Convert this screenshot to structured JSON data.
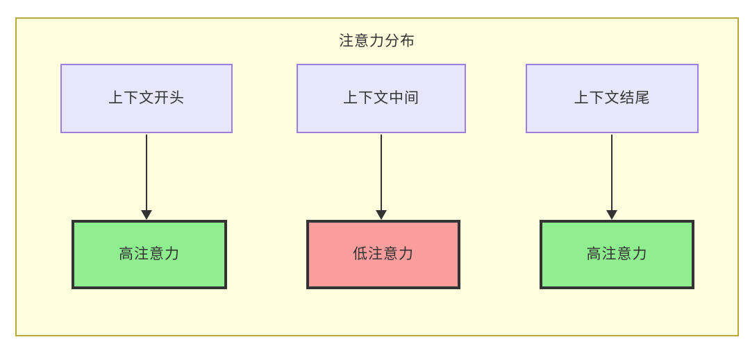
{
  "diagram": {
    "title": "注意力分布",
    "background_color": "#ffffe0",
    "border_color": "#b8a838",
    "context_fill": "#e8e6fb",
    "context_border": "#9b7ee0",
    "high_attention_color": "#90ee90",
    "low_attention_color": "#fc9d9d",
    "node_border_color": "#333333",
    "edge_color": "#333333",
    "context_nodes": [
      {
        "id": "ctx-start",
        "label": "上下文开头"
      },
      {
        "id": "ctx-middle",
        "label": "上下文中间"
      },
      {
        "id": "ctx-end",
        "label": "上下文结尾"
      }
    ],
    "attention_nodes": [
      {
        "id": "attn-1",
        "label": "高注意力",
        "level": "high"
      },
      {
        "id": "attn-2",
        "label": "低注意力",
        "level": "low"
      },
      {
        "id": "attn-3",
        "label": "高注意力",
        "level": "high"
      }
    ],
    "edges": [
      {
        "from": "ctx-start",
        "to": "attn-1",
        "arrow": "down-arrow-icon"
      },
      {
        "from": "ctx-middle",
        "to": "attn-2",
        "arrow": "down-arrow-icon"
      },
      {
        "from": "ctx-end",
        "to": "attn-3",
        "arrow": "down-arrow-icon"
      }
    ]
  }
}
